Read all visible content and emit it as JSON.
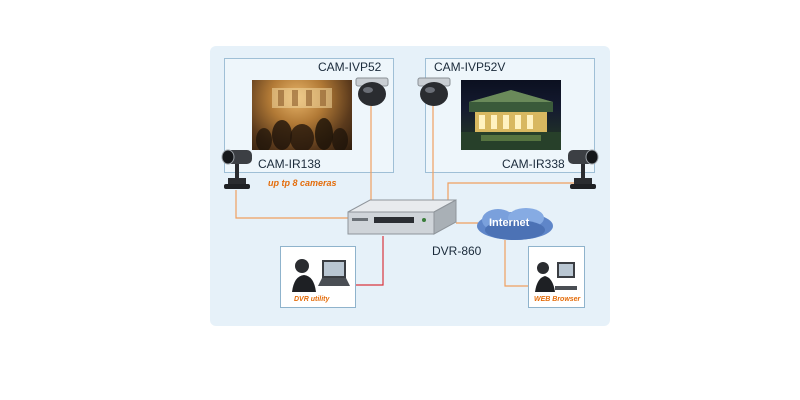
{
  "cameras": {
    "top_left": "CAM-IVP52",
    "top_right": "CAM-IVP52V",
    "side_left": "CAM-IR138",
    "side_right": "CAM-IR338"
  },
  "note": "up tp 8 cameras",
  "dvr_label": "DVR-860",
  "internet_label": "Internet",
  "client_left_caption": "DVR utility",
  "client_right_caption": "WEB Browser",
  "colors": {
    "panel": "#e6f1f9",
    "box_border": "#9fbfd6",
    "orange_wire": "#f0a060",
    "red_wire": "#d9363e",
    "caption": "#e46c0a"
  }
}
